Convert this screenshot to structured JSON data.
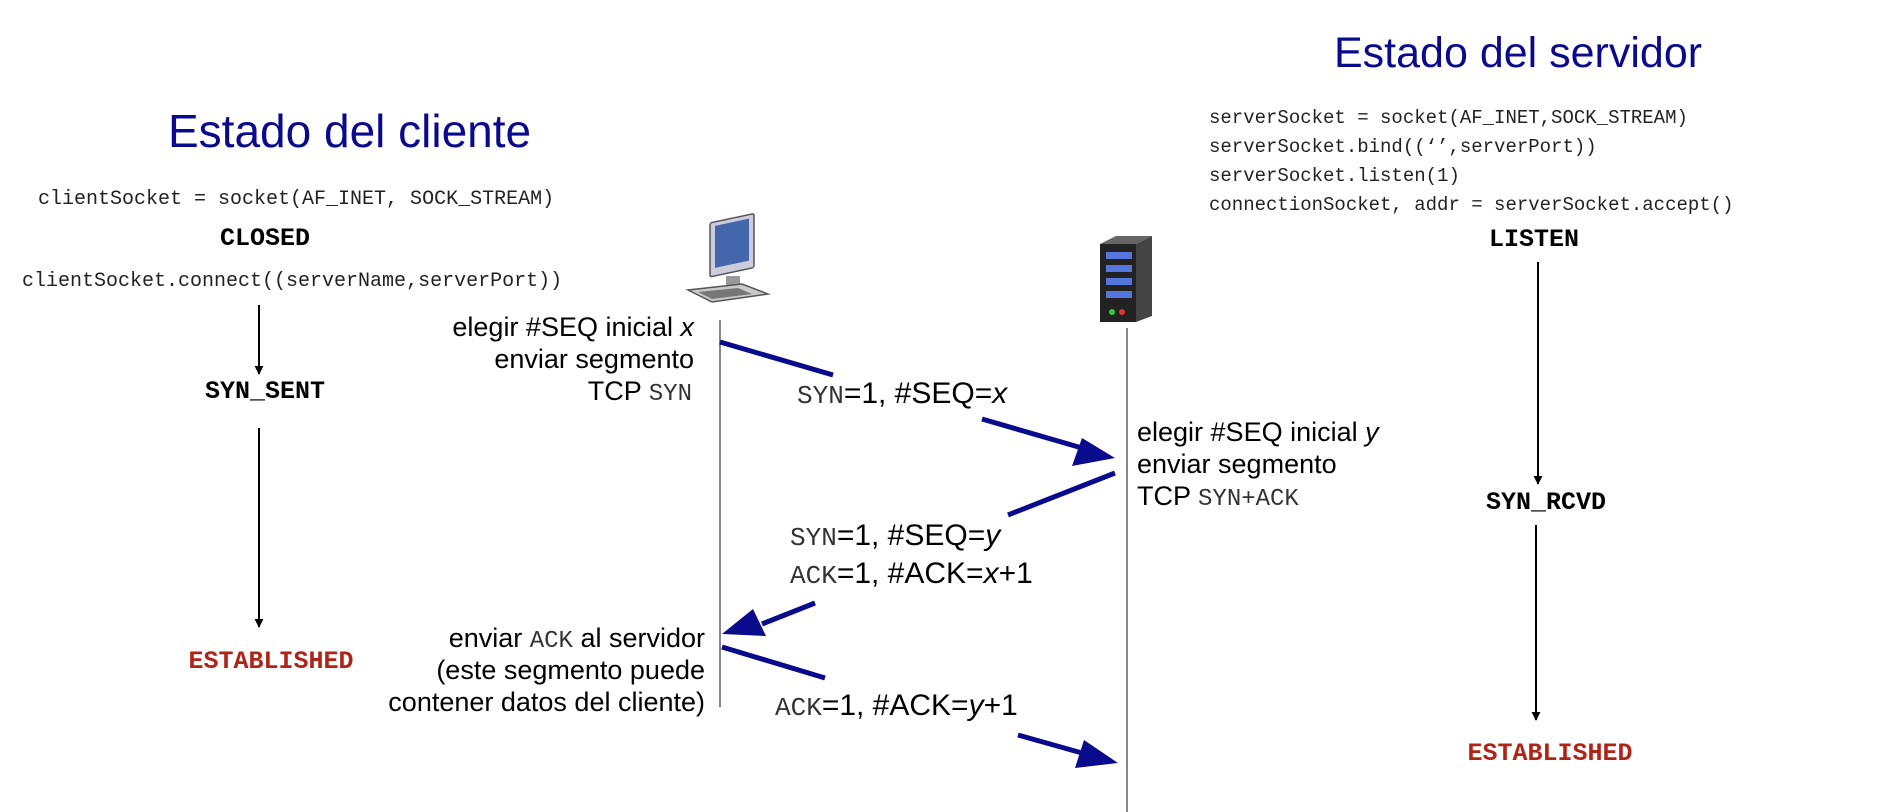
{
  "client": {
    "title": "Estado del cliente",
    "socket_code": "clientSocket = socket(AF_INET, SOCK_STREAM)",
    "connect_code": "clientSocket.connect((serverName,serverPort))",
    "states": {
      "closed": "CLOSED",
      "syn_sent": "SYN_SENT",
      "established": "ESTABLISHED"
    },
    "step1": {
      "line1_text": "elegir #SEQ inicial ",
      "line1_var": "x",
      "line2": "enviar segmento",
      "line3_text": "TCP ",
      "line3_mono": "SYN"
    },
    "step3": {
      "line1_pre": "enviar ",
      "line1_mono": "ACK",
      "line1_post": " al servidor",
      "line2": "(este segmento puede",
      "line3": "contener datos del cliente)"
    }
  },
  "server": {
    "title": "Estado del servidor",
    "code_lines": [
      "serverSocket = socket(AF_INET,SOCK_STREAM)",
      "serverSocket.bind((‘’,serverPort))",
      "serverSocket.listen(1)",
      "connectionSocket, addr = serverSocket.accept()"
    ],
    "states": {
      "listen": "LISTEN",
      "syn_rcvd": "SYN_RCVD",
      "established": "ESTABLISHED"
    },
    "step2": {
      "line1_text": "elegir #SEQ inicial ",
      "line1_var": "y",
      "line2": "enviar segmento",
      "line3_text": "TCP ",
      "line3_mono": "SYN+ACK"
    }
  },
  "messages": {
    "syn": {
      "f1": "SYN",
      "t1": "=1, #SEQ=",
      "v1": "x"
    },
    "synack": {
      "l1": {
        "f": "SYN",
        "t": "=1, #SEQ=",
        "v": "y"
      },
      "l2": {
        "f": "ACK",
        "t": "=1, #ACK=",
        "v": "x",
        "s": "+1"
      }
    },
    "ack": {
      "f": "ACK",
      "t": "=1, #ACK=",
      "v": "y",
      "s": "+1"
    }
  },
  "icons": {
    "client": "desktop-computer-icon",
    "server": "server-tower-icon"
  },
  "colors": {
    "title": "#0a0a8c",
    "arrow": "#0a0a8c",
    "established": "#b02418"
  }
}
